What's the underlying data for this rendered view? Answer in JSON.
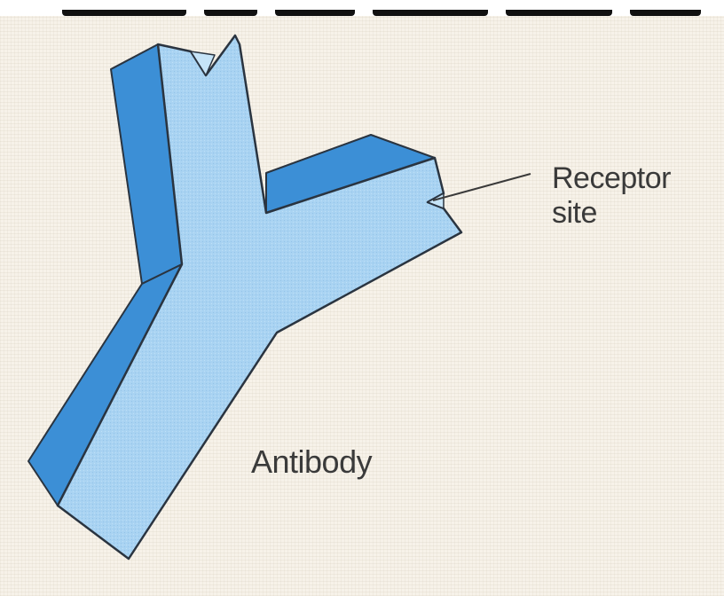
{
  "diagram": {
    "labels": {
      "receptor_line1": "Receptor",
      "receptor_line2": "site",
      "antibody": "Antibody"
    },
    "colors": {
      "background": "#f7f2e9",
      "antibody_face": "#a9d3f2",
      "antibody_side": "#3c8fd6",
      "outline": "#2a3440",
      "text": "#3a3a3a"
    }
  }
}
